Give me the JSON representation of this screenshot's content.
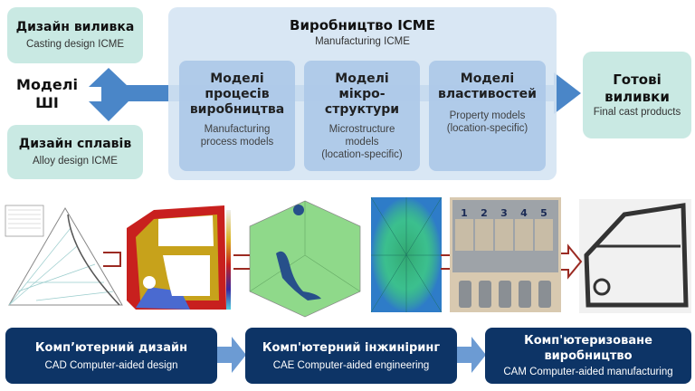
{
  "ai_models": {
    "line1": "Моделі",
    "line2": "ШІ"
  },
  "casting_design": {
    "title": "Дизайн виливка",
    "subtitle": "Casting design ICME"
  },
  "alloy_design": {
    "title": "Дизайн сплавів",
    "subtitle": "Alloy design ICME"
  },
  "manufacturing": {
    "title": "Виробництво ICME",
    "subtitle": "Manufacturing ICME",
    "models": [
      {
        "title_lines": [
          "Моделі",
          "процесів",
          "виробництва"
        ],
        "subtitle_lines": [
          "Manufacturing",
          "process models"
        ]
      },
      {
        "title_lines": [
          "Моделі",
          "мікро-",
          "структури"
        ],
        "subtitle_lines": [
          "Microstructure",
          "models",
          "(location-specific)"
        ]
      },
      {
        "title_lines": [
          "Моделі",
          "властивостей"
        ],
        "subtitle_lines": [
          "Property models",
          "(location-specific)"
        ]
      }
    ]
  },
  "final_products": {
    "title_lines": [
      "Готові",
      "виливки"
    ],
    "subtitle": "Final cast products"
  },
  "specimen_labels": [
    "1",
    "2",
    "3",
    "4",
    "5"
  ],
  "stages": [
    {
      "title_lines": [
        "Комп’ютерний дизайн"
      ],
      "subtitle": "CAD Computer-aided design"
    },
    {
      "title_lines": [
        "Комп'ютерний інжиніринг"
      ],
      "subtitle": "CAE Computer-aided engineering"
    },
    {
      "title_lines": [
        "Комп'ютеризоване",
        "виробництво"
      ],
      "subtitle": "CAM Computer-aided manufacturing"
    }
  ],
  "colors": {
    "teal": "#c9e9e3",
    "light_blue": "#d5e4f3",
    "mid_blue": "#adc9e9",
    "arrow_blue": "#4a86c8",
    "navy": "#0d3466",
    "red_arrow": "#9b2a22"
  }
}
